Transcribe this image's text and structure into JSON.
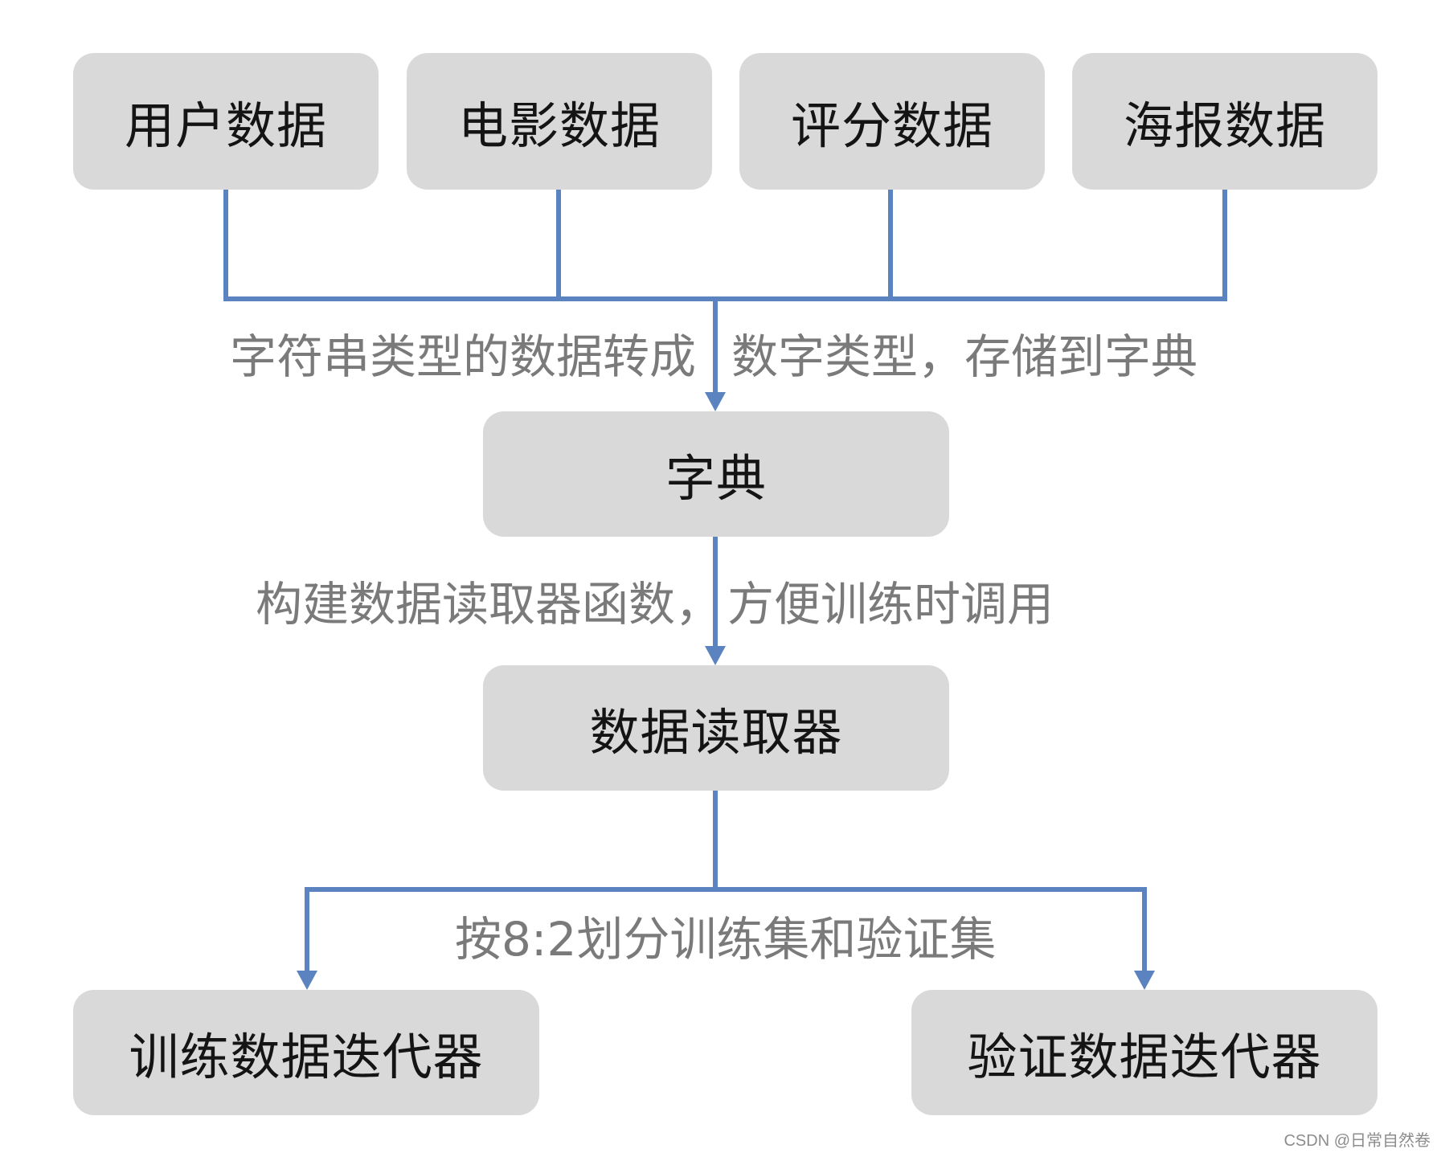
{
  "diagram": {
    "sources": [
      {
        "label": "用户数据"
      },
      {
        "label": "电影数据"
      },
      {
        "label": "评分数据"
      },
      {
        "label": "海报数据"
      }
    ],
    "dictionary": {
      "label": "字典"
    },
    "reader": {
      "label": "数据读取器"
    },
    "outputs": [
      {
        "label": "训练数据迭代器"
      },
      {
        "label": "验证数据迭代器"
      }
    ],
    "edge_labels": {
      "to_dictionary_left": "字符串类型的数据转成",
      "to_dictionary_right": "数字类型，存储到字典",
      "to_reader_left": "构建数据读取器函数，",
      "to_reader_right": "方便训练时调用",
      "split": "按8:2划分训练集和验证集"
    },
    "colors": {
      "node_fill": "#d9d9d9",
      "connector": "#5a83c0",
      "node_text": "#141414",
      "edge_label_text": "#7a7a7a"
    }
  },
  "watermark": "CSDN @日常自然卷"
}
